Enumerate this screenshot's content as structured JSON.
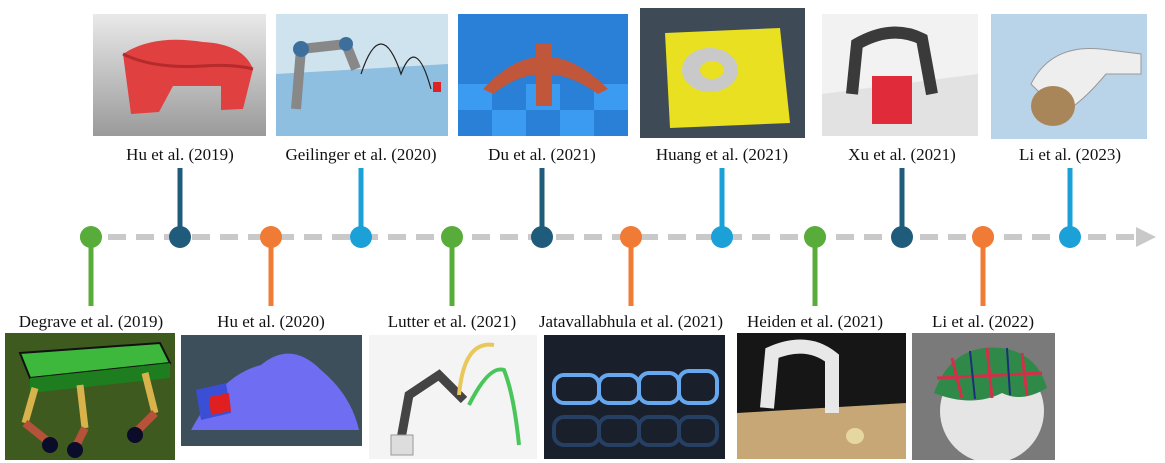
{
  "timeline": {
    "colors": {
      "green": "#58ad3a",
      "dark_blue": "#1f5b7a",
      "orange": "#ef7b35",
      "light_blue": "#1ba0d8",
      "axis": "#c9c9c9"
    },
    "top_entries": [
      {
        "label": "Hu et al. (2019)",
        "color": "dark_blue",
        "image": "red-soft-walker-render"
      },
      {
        "label": "Geilinger et al. (2020)",
        "color": "light_blue",
        "image": "robot-arm-ball-throw-render"
      },
      {
        "label": "Du et al. (2021)",
        "color": "dark_blue",
        "image": "voxel-starfish-render"
      },
      {
        "label": "Huang et al. (2021)",
        "color": "light_blue",
        "image": "yellow-dough-ring-render"
      },
      {
        "label": "Xu et al. (2021)",
        "color": "dark_blue",
        "image": "gripper-red-cube-render"
      },
      {
        "label": "Li et al. (2023)",
        "color": "light_blue",
        "image": "robot-hand-holding-object-render"
      }
    ],
    "bottom_entries": [
      {
        "label": "Degrave et al. (2019)",
        "color": "green",
        "image": "quadruped-table-robot-render"
      },
      {
        "label": "Hu et al. (2020)",
        "color": "orange",
        "image": "blue-particle-soft-body-render"
      },
      {
        "label": "Lutter et al. (2021)",
        "color": "green",
        "image": "robot-arm-trajectory-render"
      },
      {
        "label": "Jatavallabhula et al. (2021)",
        "color": "orange",
        "image": "blue-gear-chain-render"
      },
      {
        "label": "Heiden et al. (2021)",
        "color": "green",
        "image": "robot-arm-cutting-render"
      },
      {
        "label": "Li et al. (2022)",
        "color": "orange",
        "image": "plaid-cloth-on-sphere-render"
      }
    ]
  }
}
